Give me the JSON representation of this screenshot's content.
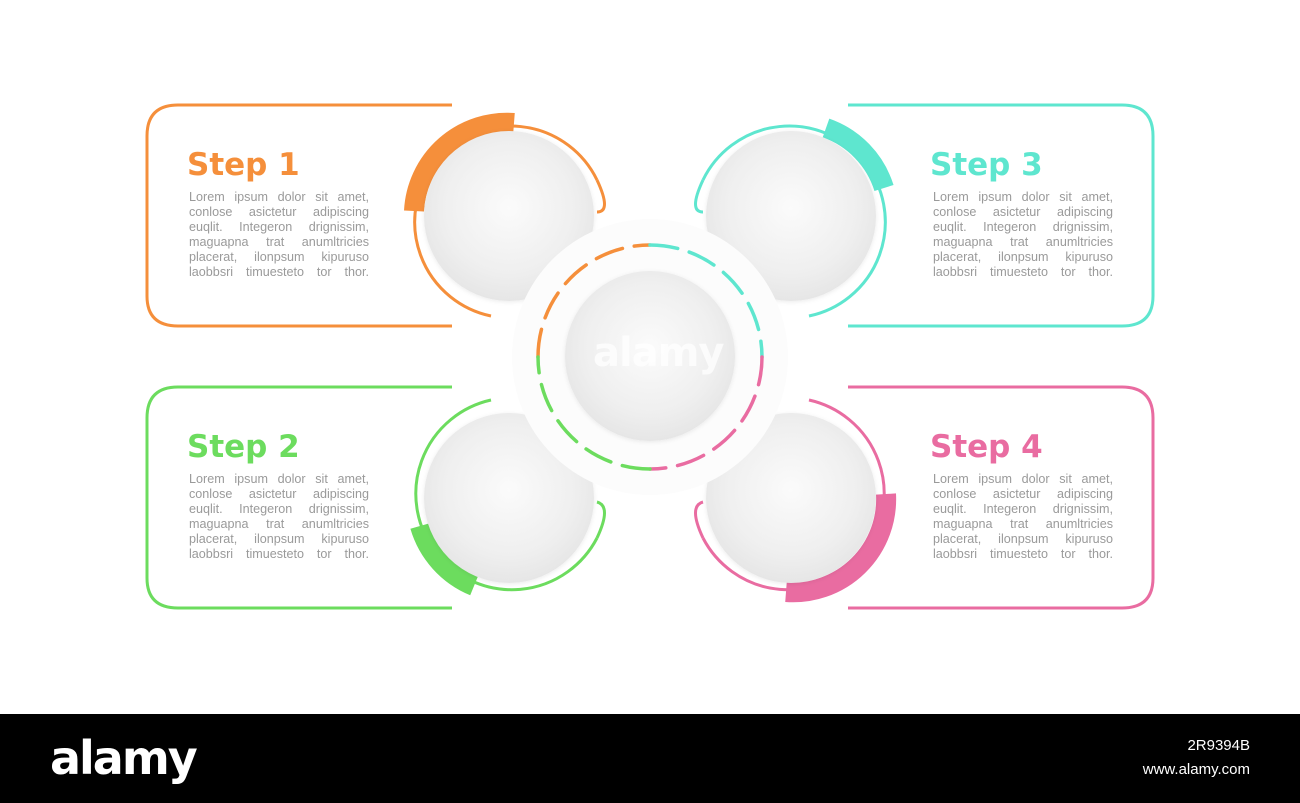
{
  "steps": [
    {
      "title": "Step 1",
      "color": "#f58f3b",
      "body": [
        "Lorem ipsum dolor sit amet,",
        "conlose asictetur adipiscing",
        "euqlit. Integeron drignissim,",
        "maguapna trat anumltricies",
        "placerat, ilonpsum kipuruso",
        "laobbsri timuesteto tor thor."
      ]
    },
    {
      "title": "Step 2",
      "color": "#6cdc5e",
      "body": [
        "Lorem ipsum dolor sit amet,",
        "conlose asictetur adipiscing",
        "euqlit. Integeron drignissim,",
        "maguapna trat anumltricies",
        "placerat, ilonpsum kipuruso",
        "laobbsri timuesteto tor thor."
      ]
    },
    {
      "title": "Step 3",
      "color": "#5ee6cf",
      "body": [
        "Lorem ipsum dolor sit amet,",
        "conlose asictetur adipiscing",
        "euqlit. Integeron drignissim,",
        "maguapna trat anumltricies",
        "placerat, ilonpsum kipuruso",
        "laobbsri timuesteto tor thor."
      ]
    },
    {
      "title": "Step 4",
      "color": "#e96ca1",
      "body": [
        "Lorem ipsum dolor sit amet,",
        "conlose asictetur adipiscing",
        "euqlit. Integeron drignissim,",
        "maguapna trat anumltricies",
        "placerat, ilonpsum kipuruso",
        "laobbsri timuesteto tor thor."
      ]
    }
  ],
  "watermark": "alamy",
  "footer": {
    "logo": "alamy",
    "image_id": "2R9394B",
    "site": "www.alamy.com"
  }
}
